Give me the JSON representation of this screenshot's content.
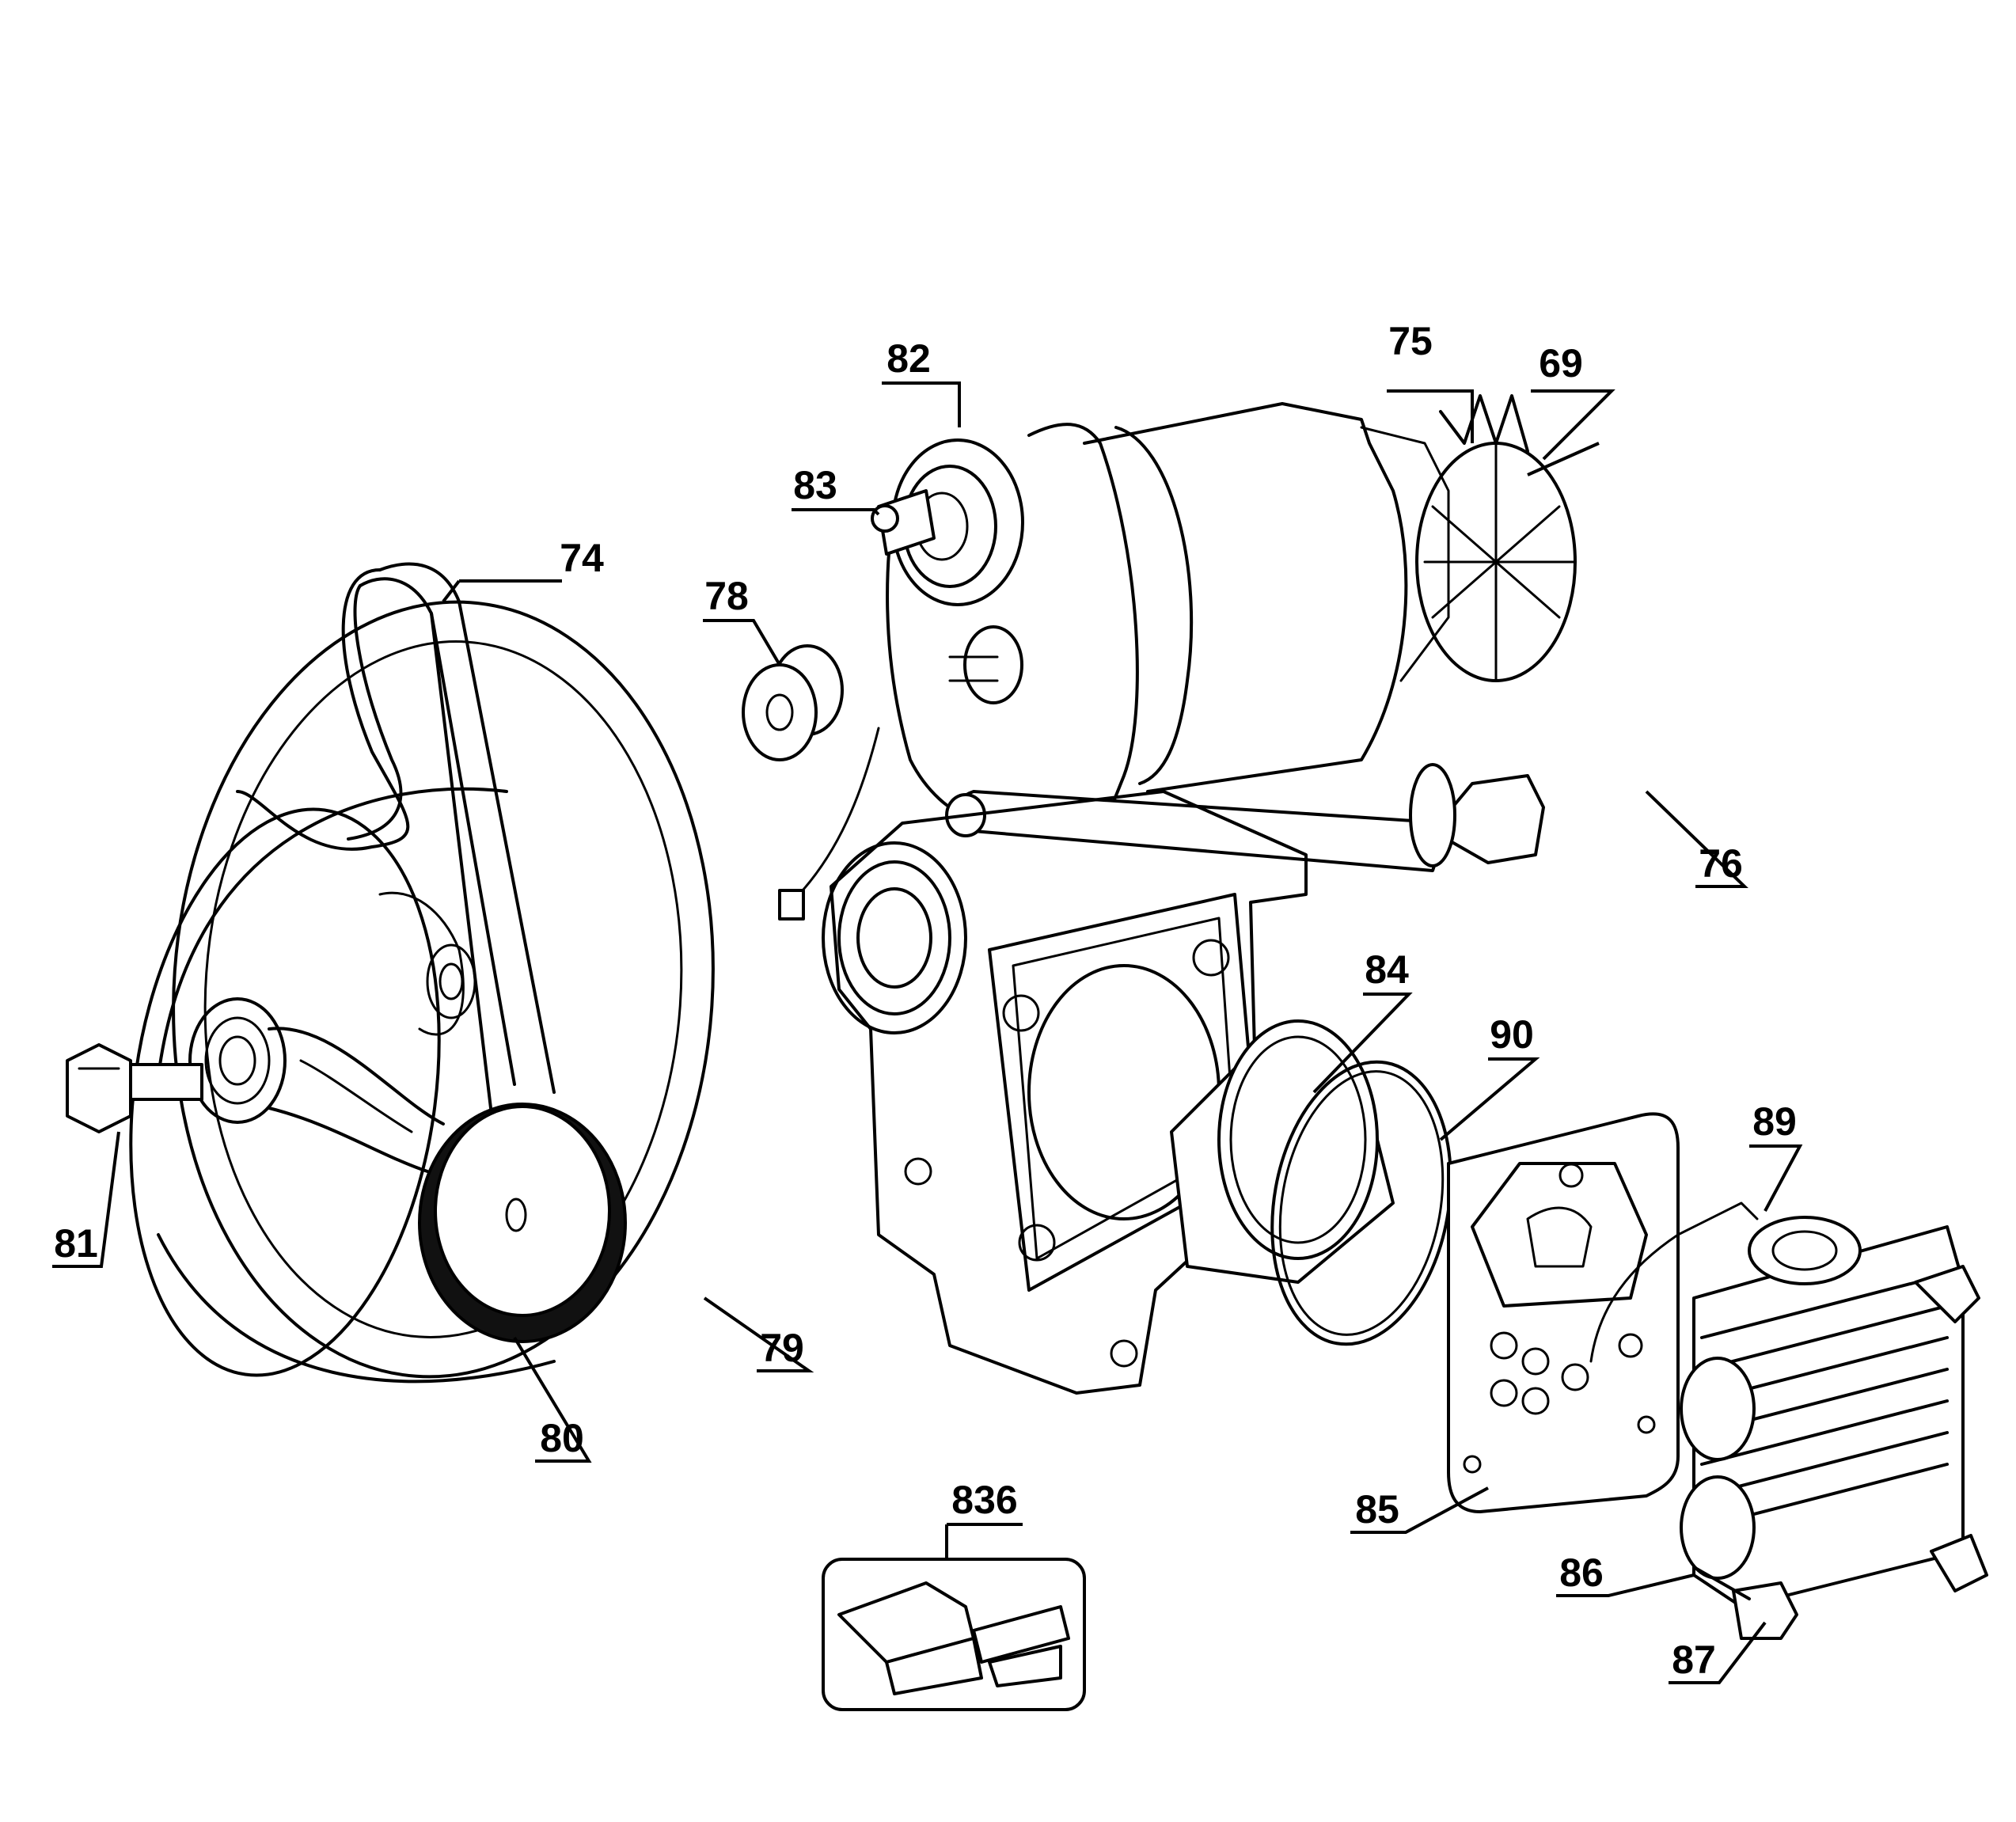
{
  "callouts": [
    {
      "id": "c74",
      "label": "74"
    },
    {
      "id": "c75",
      "label": "75"
    },
    {
      "id": "c69",
      "label": "69"
    },
    {
      "id": "c82",
      "label": "82"
    },
    {
      "id": "c83",
      "label": "83"
    },
    {
      "id": "c78",
      "label": "78"
    },
    {
      "id": "c76",
      "label": "76"
    },
    {
      "id": "c84",
      "label": "84"
    },
    {
      "id": "c90",
      "label": "90"
    },
    {
      "id": "c89",
      "label": "89"
    },
    {
      "id": "c81",
      "label": "81"
    },
    {
      "id": "c79",
      "label": "79"
    },
    {
      "id": "c80",
      "label": "80"
    },
    {
      "id": "c85",
      "label": "85"
    },
    {
      "id": "c836",
      "label": "836"
    },
    {
      "id": "c86",
      "label": "86"
    },
    {
      "id": "c87",
      "label": "87"
    }
  ]
}
